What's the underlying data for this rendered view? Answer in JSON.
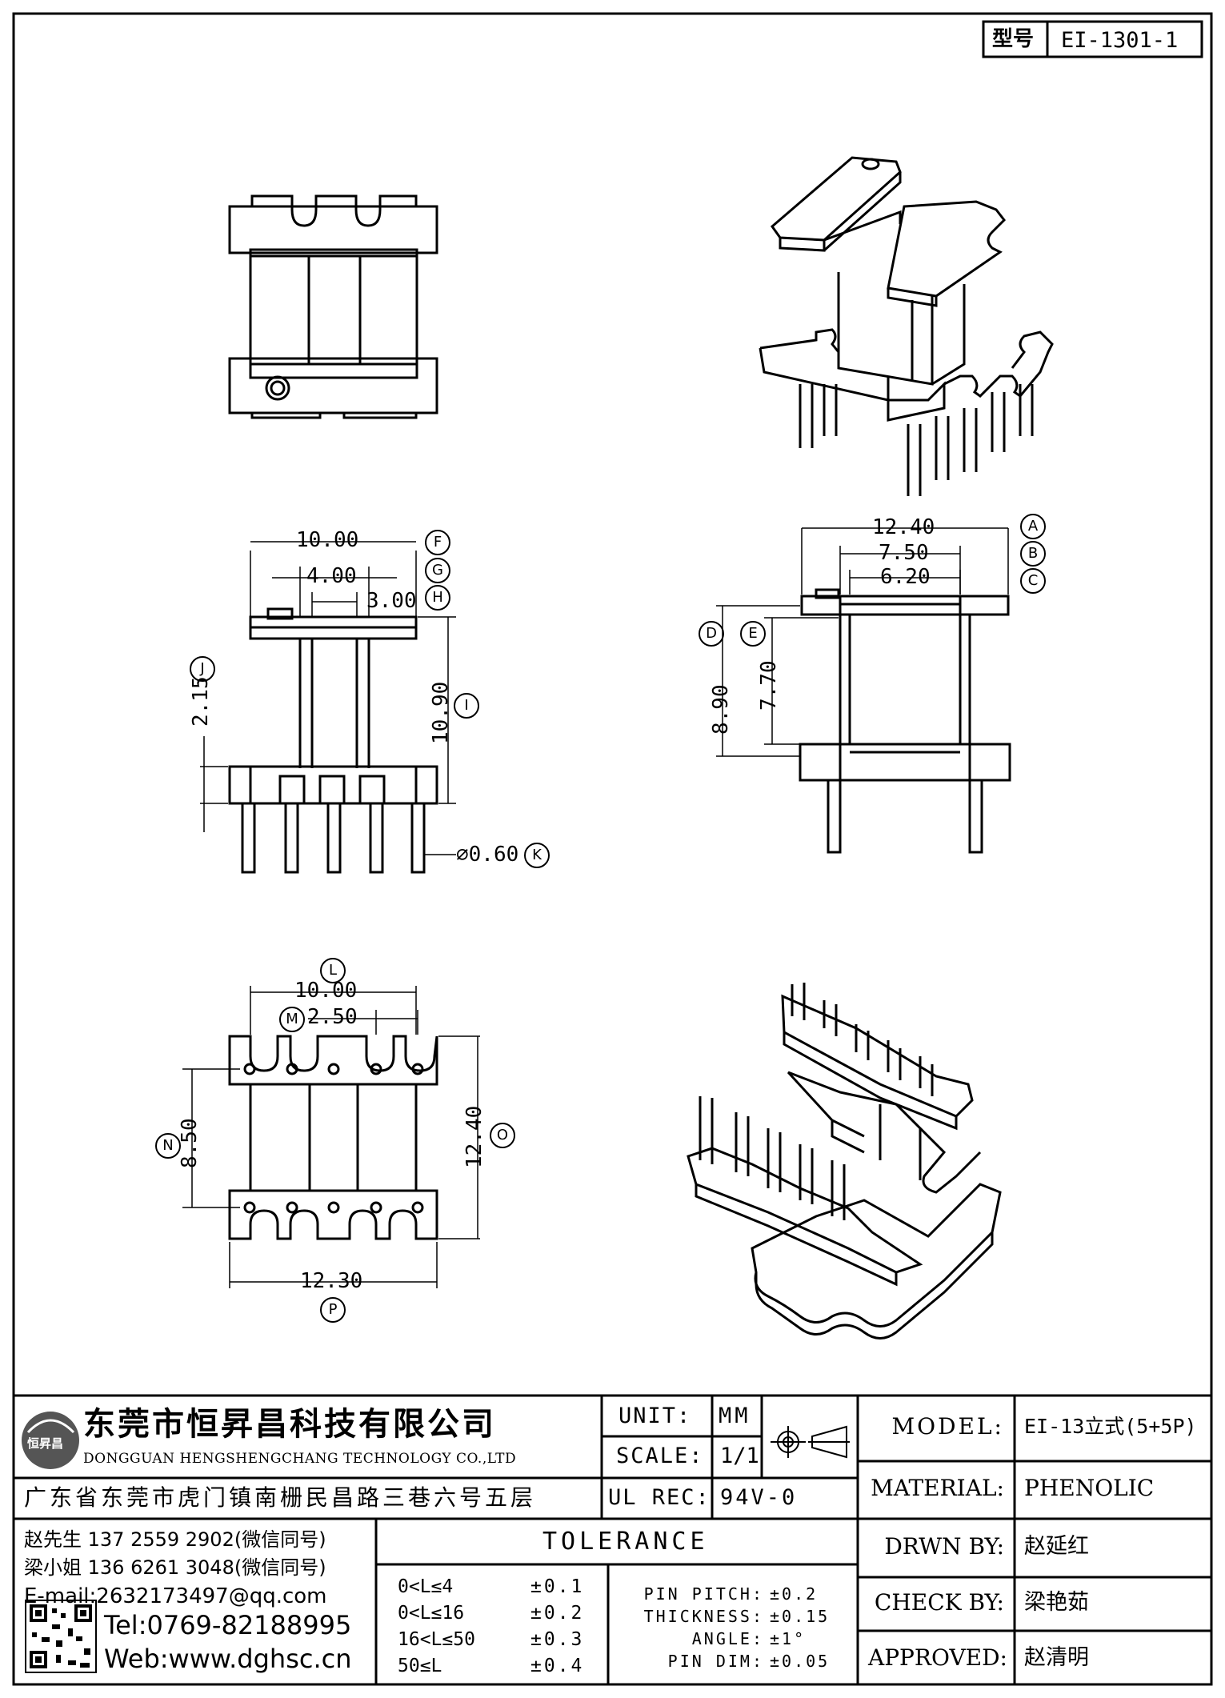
{
  "model_box": {
    "label": "型号",
    "value": "EI-1301-1"
  },
  "dimensions": {
    "side": {
      "width": "10.00",
      "window_inner": "4.00",
      "flange": "3.00",
      "height": "10.90",
      "base": "2.15",
      "pin_dia": "∅0.60"
    },
    "front": {
      "width": "12.40",
      "mid": "7.50",
      "inner": "6.20",
      "height": "8.90",
      "inner_height": "7.70"
    },
    "bottom": {
      "width": "10.00",
      "pitch": "2.50",
      "pin_span": "8.50",
      "height": "12.40",
      "base_width": "12.30"
    }
  },
  "balloons": [
    "F",
    "G",
    "H",
    "I",
    "J",
    "K",
    "A",
    "B",
    "C",
    "D",
    "E",
    "L",
    "M",
    "N",
    "O",
    "P"
  ],
  "company": {
    "name_cn": "东莞市恒昇昌科技有限公司",
    "name_en": "DONGGUAN HENGSHENGCHANG TECHNOLOGY CO.,LTD",
    "logo_text": "恒昇昌",
    "address": "广东省东莞市虎门镇南栅民昌路三巷六号五层",
    "contacts": [
      "赵先生 137 2559 2902(微信同号)",
      "梁小姐 136 6261 3048(微信同号)",
      "E-mail:2632173497@qq.com"
    ],
    "tel": "Tel:0769-82188995",
    "web": "Web:www.dghsc.cn"
  },
  "unit": {
    "label": "UNIT:",
    "value": "MM"
  },
  "scale": {
    "label": "SCALE:",
    "value": "1/1"
  },
  "ul_rec": {
    "label": "UL REC:",
    "value": "94V-0"
  },
  "tolerance": {
    "title": "TOLERANCE",
    "ranges": [
      {
        "range": "0<L≤4",
        "tol": "±0.1"
      },
      {
        "range": "0<L≤16",
        "tol": "±0.2"
      },
      {
        "range": "16<L≤50",
        "tol": "±0.3"
      },
      {
        "range": "50≤L",
        "tol": "±0.4"
      }
    ],
    "specs": [
      {
        "name": "PIN PITCH:",
        "tol": "±0.2"
      },
      {
        "name": "THICKNESS:",
        "tol": "±0.15"
      },
      {
        "name": "ANGLE:",
        "tol": "±1°"
      },
      {
        "name": "PIN DIM:",
        "tol": "±0.05"
      }
    ]
  },
  "info": [
    {
      "label": "MODEL:",
      "value": "EI-13立式(5+5P)"
    },
    {
      "label": "MATERIAL:",
      "value": "PHENOLIC"
    },
    {
      "label": "DRWN BY:",
      "value": "赵延红"
    },
    {
      "label": "CHECK BY:",
      "value": "梁艳茹"
    },
    {
      "label": "APPROVED:",
      "value": "赵清明"
    }
  ]
}
